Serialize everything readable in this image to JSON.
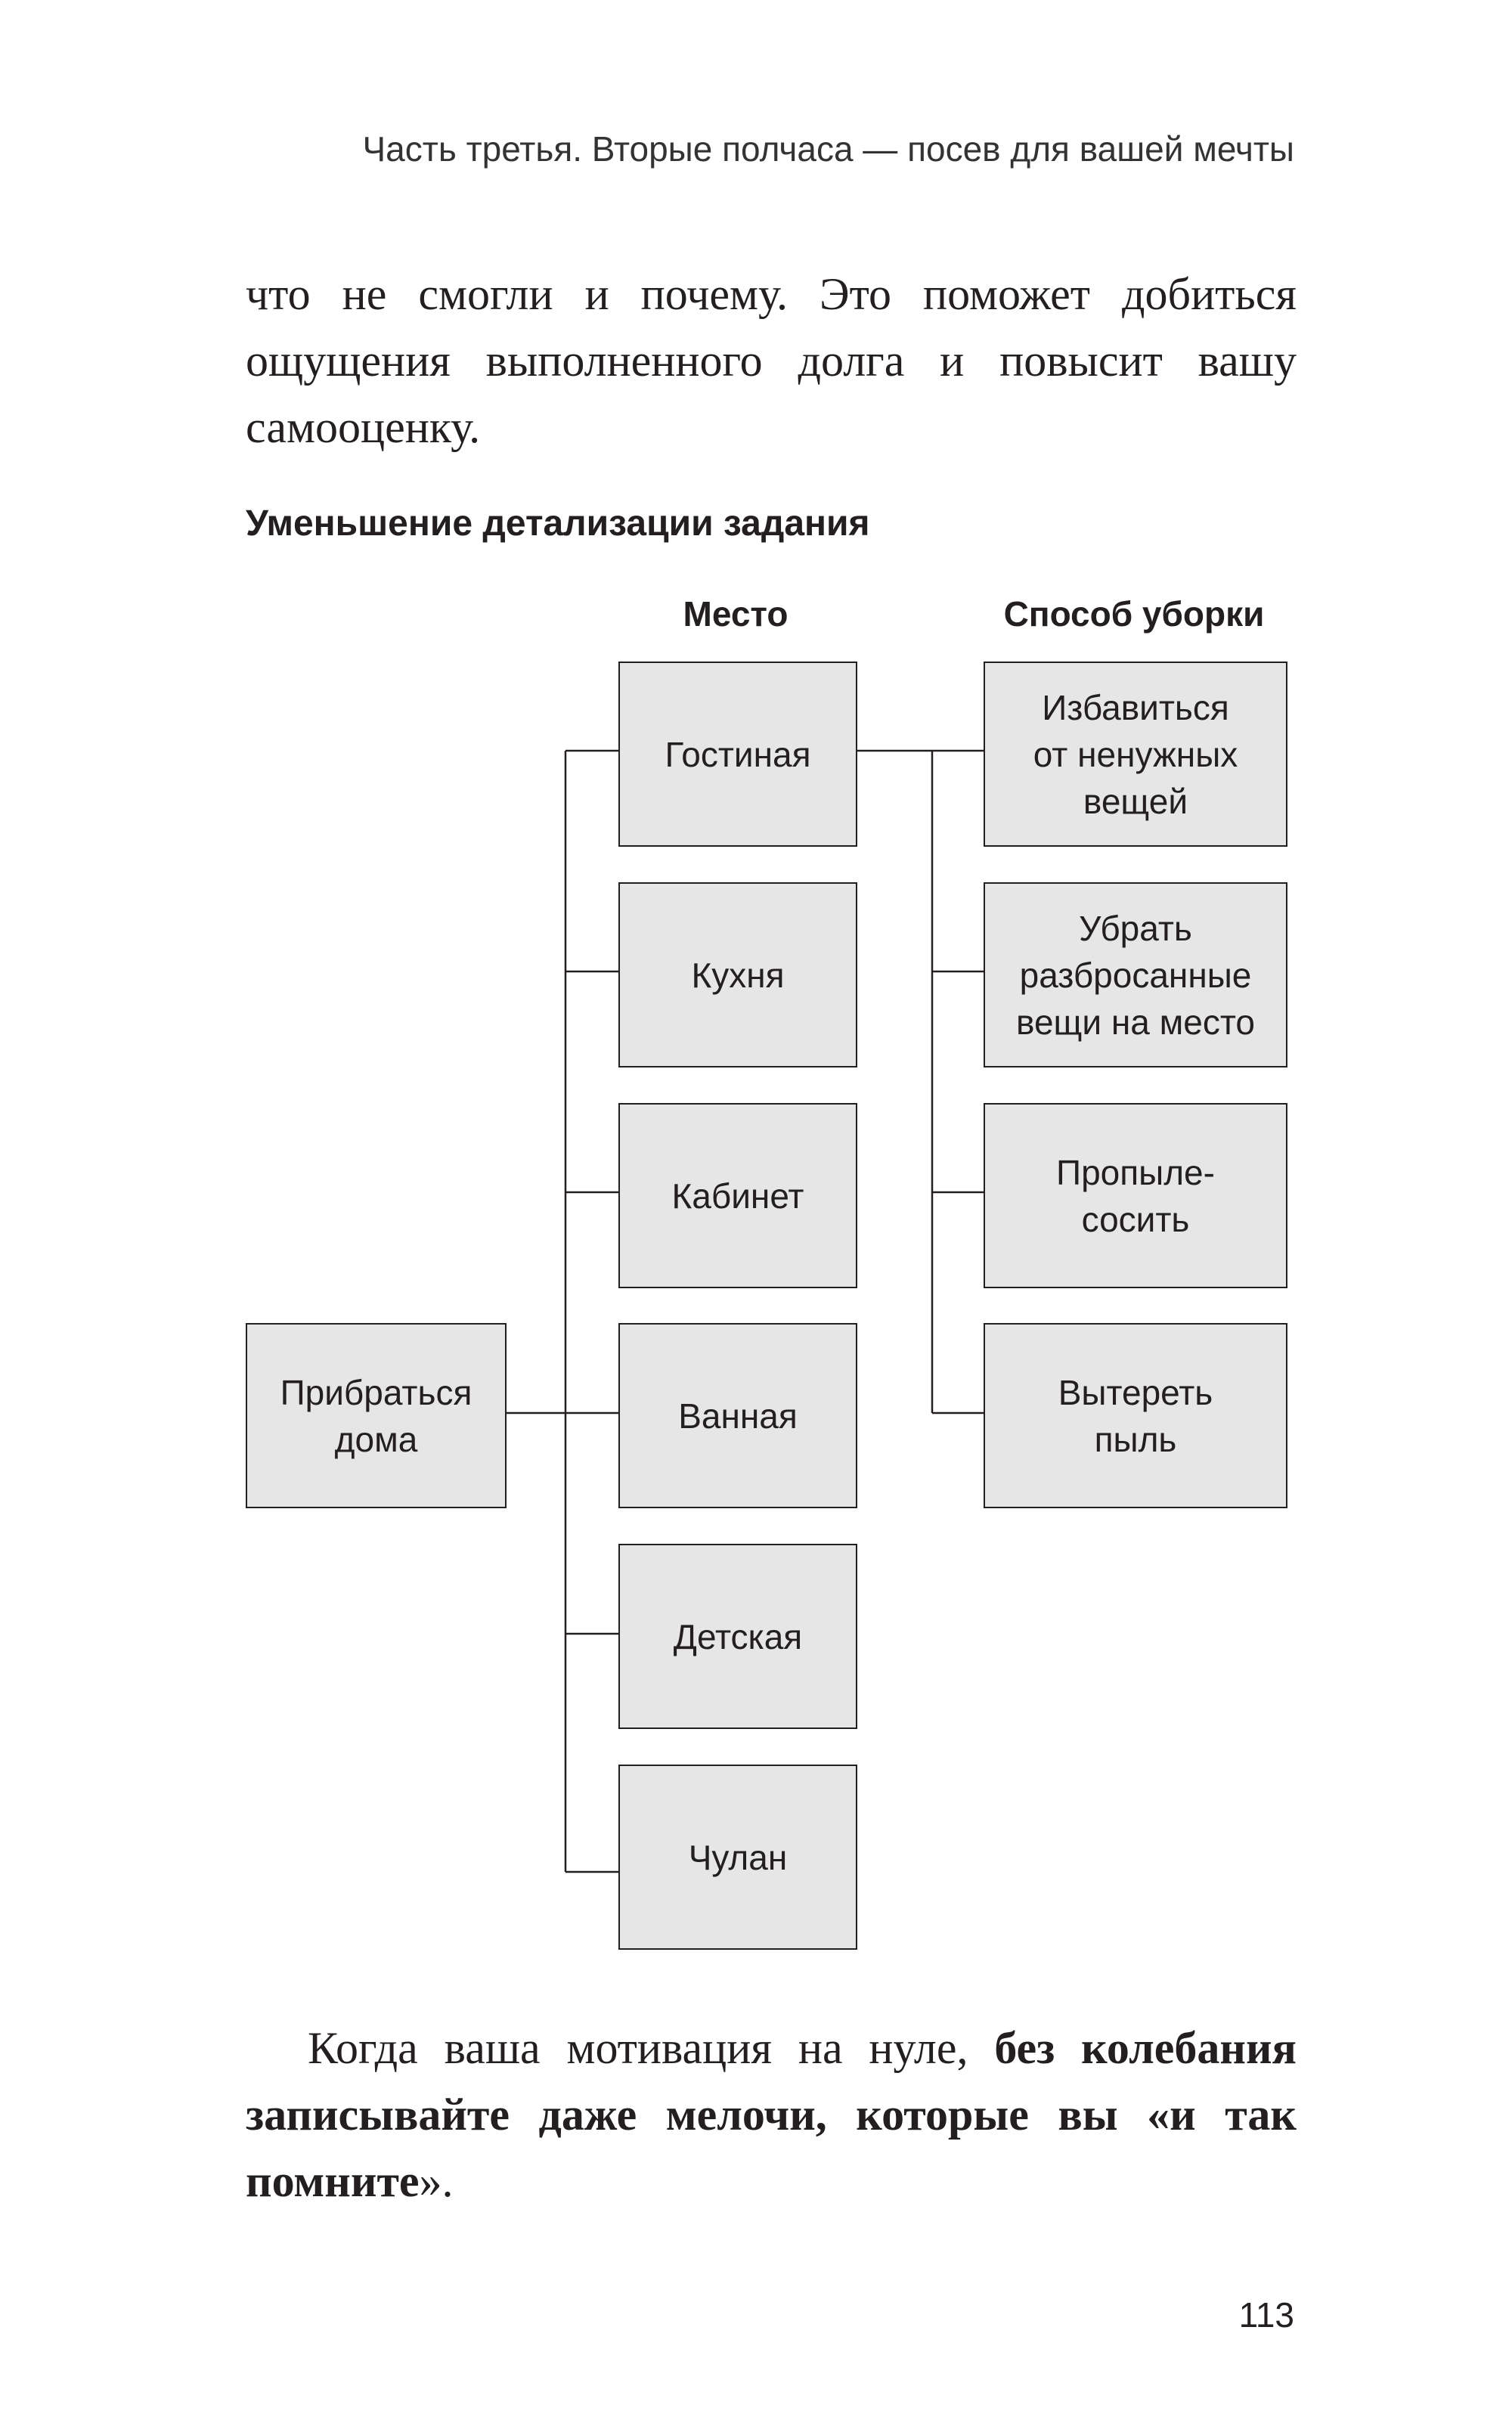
{
  "header": {
    "running_title": "Часть третья. Вторые полчаса — посев для вашей мечты"
  },
  "intro": {
    "lines": [
      "что не смогли и почему. Это поможет добиться",
      "ощущения выполненного долга и повысит вашу",
      "самооценку."
    ]
  },
  "diagram": {
    "title": "Уменьшение детализации задания",
    "col_place": "Место",
    "col_method": "Способ уборки",
    "root": "Прибраться\nдома",
    "places": [
      "Гостиная",
      "Кухня",
      "Кабинет",
      "Ванная",
      "Детская",
      "Чулан"
    ],
    "methods": [
      "Избавиться\nот ненужных\nвещей",
      "Убрать\nразбросанные\nвещи на место",
      "Пропыле-\nсосить",
      "Вытереть\nпыль"
    ]
  },
  "closing": {
    "line1_plain": "Когда ваша мотивация на нуле, ",
    "line1_bold": "без колебания",
    "line2_bold": "записывайте даже мелочи, которые вы «и так",
    "line3_bold": "помните",
    "line3_plain": "»."
  },
  "footer": {
    "page_number": "113"
  }
}
